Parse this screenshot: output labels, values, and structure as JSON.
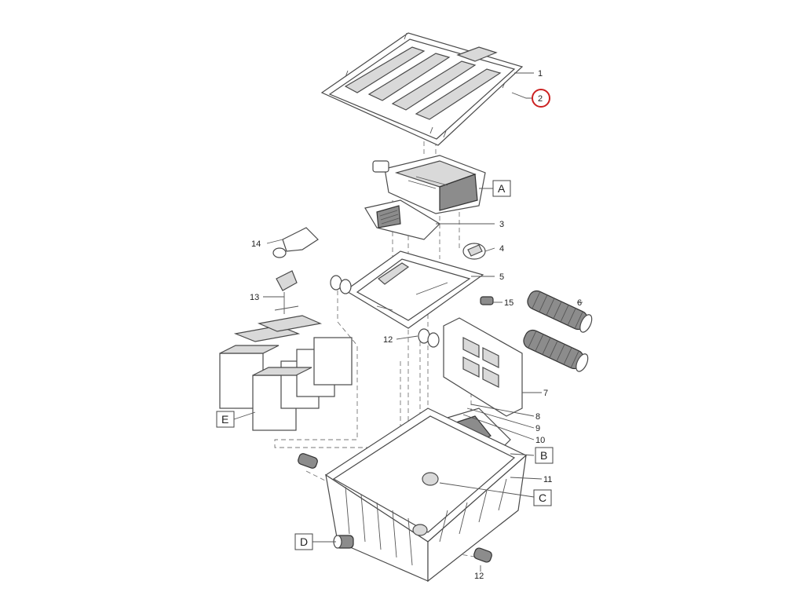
{
  "callouts": {
    "n1": "1",
    "n2": "2",
    "n3": "3",
    "n4": "4",
    "n5": "5",
    "n6": "6",
    "n7": "7",
    "n8": "8",
    "n9": "9",
    "n10": "10",
    "n11": "11",
    "n12_mid": "12",
    "n12_bottom": "12",
    "n13": "13",
    "n14": "14",
    "n15": "15",
    "A": "A",
    "B": "B",
    "C": "C",
    "D": "D",
    "E": "E"
  },
  "highlight": {
    "callout": "2",
    "color": "#cc2222"
  }
}
